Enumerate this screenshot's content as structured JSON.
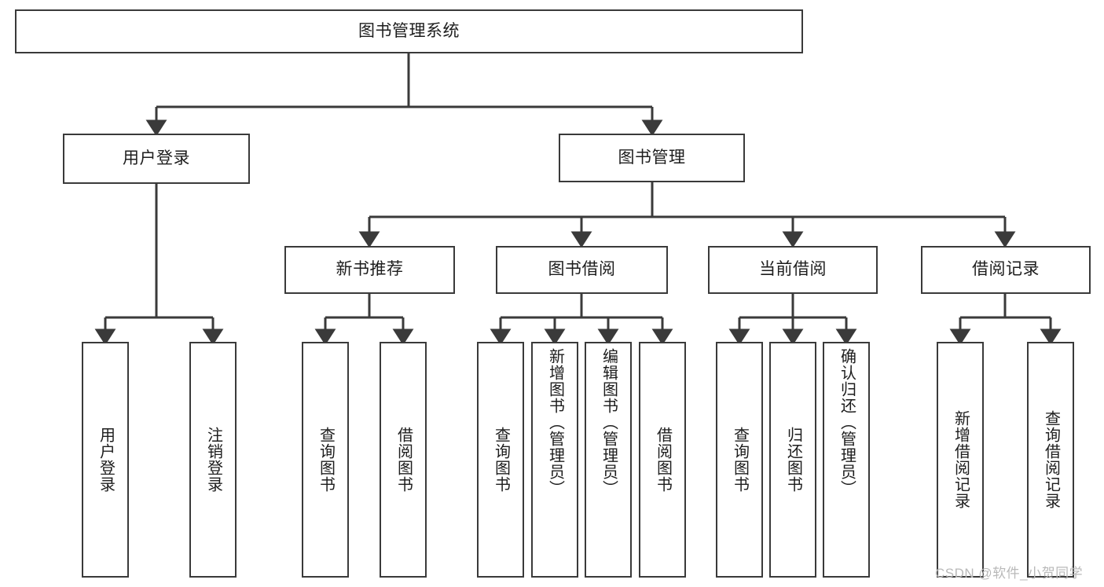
{
  "diagram": {
    "title_node": {
      "label": "图书管理系统"
    },
    "level1": [
      {
        "label": "用户登录"
      },
      {
        "label": "图书管理"
      }
    ],
    "level2": [
      {
        "label": "新书推荐"
      },
      {
        "label": "图书借阅"
      },
      {
        "label": "当前借阅"
      },
      {
        "label": "借阅记录"
      }
    ],
    "leaves": [
      {
        "label": "用户登录"
      },
      {
        "label": "注销登录"
      },
      {
        "label": "查询图书"
      },
      {
        "label": "借阅图书"
      },
      {
        "label": "查询图书"
      },
      {
        "label": "新增图书（管理员）"
      },
      {
        "label": "编辑图书（管理员）"
      },
      {
        "label": "借阅图书"
      },
      {
        "label": "查询图书"
      },
      {
        "label": "归还图书"
      },
      {
        "label": "确认归还（管理员）"
      },
      {
        "label": "新增借阅记录"
      },
      {
        "label": "查询借阅记录"
      }
    ],
    "colors": {
      "stroke": "#3a3a3a",
      "text": "#1d1d1d",
      "background": "#ffffff",
      "watermark": "#b9b9b9"
    }
  },
  "watermark": {
    "text": "CSDN @软件_小贺同学"
  }
}
